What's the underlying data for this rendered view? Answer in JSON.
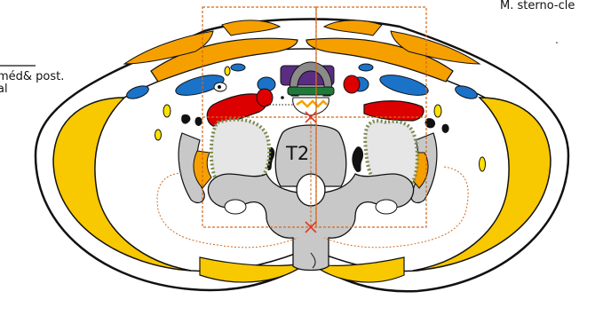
{
  "labels": {
    "left_line1": "méd& post.",
    "left_line2": "al",
    "right": "M. sterno-cle",
    "vertebra": "T2"
  },
  "colors": {
    "outline": "#111111",
    "skin_fill": "#ffffff",
    "muscle": "#f6a000",
    "fat": "#f8c800",
    "bone": "#c8c8c8",
    "lung_fill": "#e6e6e6",
    "lung_border": "#7a8a50",
    "artery": "#dd0000",
    "vein": "#1a73c9",
    "trachea": "#8b8b8b",
    "esophagus": "#5a2d82",
    "thyroid_band": "#1f7a3a",
    "lymph": "#ffe100",
    "guide_lines": "#d2691e",
    "marker": "#e03a1e"
  },
  "icons": [
    "cross-section-diagram"
  ]
}
